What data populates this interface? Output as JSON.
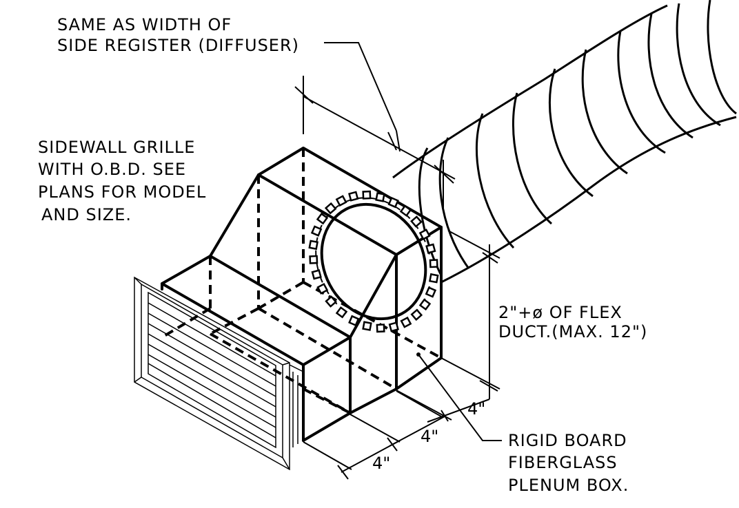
{
  "labels": {
    "register_width": [
      "SAME AS WIDTH OF",
      "SIDE REGISTER (DIFFUSER)"
    ],
    "sidewall_grille": [
      "SIDEWALL GRILLE",
      "WITH O.B.D. SEE",
      "PLANS FOR MODEL",
      "AND SIZE."
    ],
    "flex_height": [
      "2\"+ø OF FLEX",
      "DUCT.(MAX. 12\")"
    ],
    "plenum_box": [
      "RIGID BOARD",
      "FIBERGLASS",
      "PLENUM BOX."
    ]
  },
  "dimensions": {
    "dim_a": "4\"",
    "dim_b": "4\"",
    "dim_c": "4\""
  },
  "colors": {
    "ink": "#000000",
    "background": "#ffffff"
  }
}
